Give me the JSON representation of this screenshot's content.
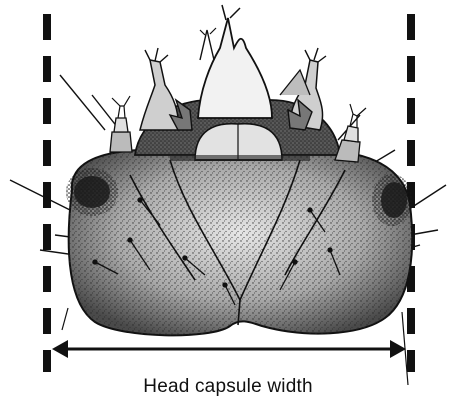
{
  "figure": {
    "caption": "Head capsule width",
    "subject_icon": "larva-head-capsule-illustration",
    "measure_icon": "double-headed-arrow",
    "guide_icon": "dashed-vertical-lines",
    "colors": {
      "ink": "#111111",
      "dark_shade": "#3a3a3a",
      "mid_shade": "#8a8a8a",
      "light_shade": "#d9d9d9",
      "paper": "#ffffff"
    }
  }
}
